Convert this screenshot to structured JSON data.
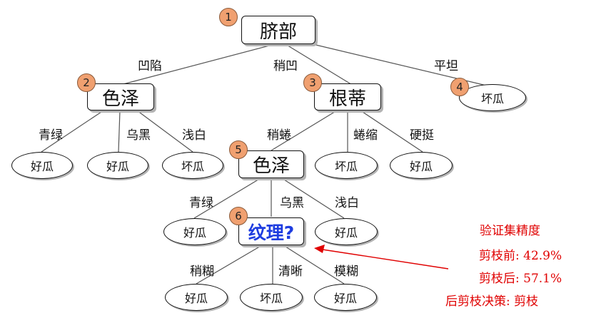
{
  "colors": {
    "line": "#555555",
    "accent": "#e00000",
    "highlight": "#1e3de0",
    "badge": "#f0a070"
  },
  "nodes": {
    "n1": {
      "badge": "1",
      "label": "脐部"
    },
    "n2": {
      "badge": "2",
      "label": "色泽"
    },
    "n3": {
      "badge": "3",
      "label": "根蒂"
    },
    "n4": {
      "badge": "4",
      "label": "坏瓜"
    },
    "n5": {
      "badge": "5",
      "label": "色泽"
    },
    "n6": {
      "badge": "6",
      "label": "纹理?"
    }
  },
  "leaves": {
    "l1": "好瓜",
    "l2": "好瓜",
    "l3": "坏瓜",
    "l4": "坏瓜",
    "l5": "好瓜",
    "l6": "好瓜",
    "l7": "好瓜",
    "l8": "好瓜",
    "l9": "坏瓜",
    "l10": "好瓜"
  },
  "edges": {
    "e1": "凹陷",
    "e2": "稍凹",
    "e3": "平坦",
    "e4": "青绿",
    "e5": "乌黑",
    "e6": "浅白",
    "e7": "稍蜷",
    "e8": "蜷缩",
    "e9": "硬挺",
    "e10": "青绿",
    "e11": "乌黑",
    "e12": "浅白",
    "e13": "稍糊",
    "e14": "清晰",
    "e15": "模糊"
  },
  "annotation": {
    "title": "验证集精度",
    "before": "剪枝前: 42.9%",
    "after": "剪枝后: 57.1%",
    "decision": "后剪枝决策: 剪枝"
  }
}
